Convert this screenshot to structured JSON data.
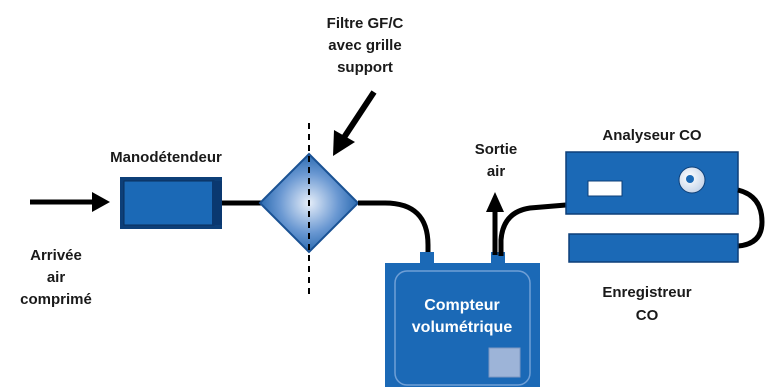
{
  "labels": {
    "filter": [
      "Filtre GF/C",
      "avec grille",
      "support"
    ],
    "regulator": "Manodétendeur",
    "inlet": [
      "Arrivée",
      "air",
      "comprimé"
    ],
    "outlet": [
      "Sortie",
      "air"
    ],
    "analyzer": "Analyseur CO",
    "recorder": [
      "Enregistreur",
      "CO"
    ],
    "meter": [
      "Compteur",
      "volumétrique"
    ]
  },
  "colors": {
    "device_blue": "#1b69b6",
    "device_dark": "#0d3f78",
    "line": "#000000",
    "meter_btn": "#9db4d8"
  }
}
